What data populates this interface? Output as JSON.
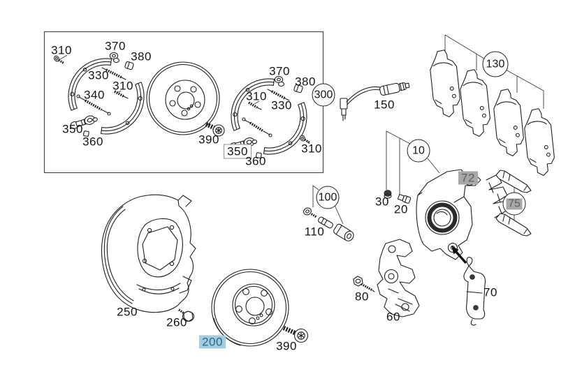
{
  "diagram": {
    "kind": "brake-parts-exploded-diagram",
    "selected_part": "200",
    "highlighted_parts": [
      "72",
      "75"
    ],
    "colors": {
      "background": "#ffffff",
      "line": "#1f1f1f",
      "inset_box_border": "#4a4a4a",
      "selected_highlight_bg": "#a5cbdf",
      "selected_highlight_text": "#1b6e92",
      "gray_highlight_bg": "#a8a8a8",
      "gray_highlight_text": "#5e5e5e"
    },
    "callouts": [
      {
        "id": "310-shoe-kit-left-a",
        "text": "310",
        "style": "plain"
      },
      {
        "id": "370-shoe-kit-left",
        "text": "370",
        "style": "plain"
      },
      {
        "id": "380-shoe-kit-left",
        "text": "380",
        "style": "plain"
      },
      {
        "id": "330-shoe-kit-left",
        "text": "330",
        "style": "plain"
      },
      {
        "id": "310-shoe-kit-left-b",
        "text": "310",
        "style": "plain"
      },
      {
        "id": "340-shoe-kit-left",
        "text": "340",
        "style": "plain"
      },
      {
        "id": "350-shoe-kit-left",
        "text": "350",
        "style": "plain"
      },
      {
        "id": "360-shoe-kit-left",
        "text": "360",
        "style": "plain"
      },
      {
        "id": "390-disc-screw-inset",
        "text": "390",
        "style": "plain"
      },
      {
        "id": "370-shoe-kit-right",
        "text": "370",
        "style": "plain"
      },
      {
        "id": "380-shoe-kit-right",
        "text": "380",
        "style": "plain"
      },
      {
        "id": "310-shoe-kit-right-a",
        "text": "310",
        "style": "plain"
      },
      {
        "id": "330-shoe-kit-right",
        "text": "330",
        "style": "plain"
      },
      {
        "id": "350-shoe-kit-right",
        "text": "350",
        "style": "boxed"
      },
      {
        "id": "360-shoe-kit-right",
        "text": "360",
        "style": "plain"
      },
      {
        "id": "310-shoe-kit-right-b",
        "text": "310",
        "style": "plain"
      },
      {
        "id": "300-shoe-assembly",
        "text": "300",
        "style": "circled"
      },
      {
        "id": "150-wear-sensor",
        "text": "150",
        "style": "plain"
      },
      {
        "id": "130-brake-pads",
        "text": "130",
        "style": "circled"
      },
      {
        "id": "10-caliper",
        "text": "10",
        "style": "circled"
      },
      {
        "id": "30-cap",
        "text": "30",
        "style": "plain"
      },
      {
        "id": "20-bleeder-screw",
        "text": "20",
        "style": "plain"
      },
      {
        "id": "72-retainer-clip",
        "text": "72",
        "style": "gray-highlight"
      },
      {
        "id": "75-guide-pins",
        "text": "75",
        "style": "gray-highlight-circled"
      },
      {
        "id": "100-bolt",
        "text": "100",
        "style": "circled"
      },
      {
        "id": "110-sleeve",
        "text": "110",
        "style": "plain"
      },
      {
        "id": "80-bolt",
        "text": "80",
        "style": "plain"
      },
      {
        "id": "60-carrier",
        "text": "60",
        "style": "plain"
      },
      {
        "id": "70-retaining-spring",
        "text": "70",
        "style": "plain"
      },
      {
        "id": "250-splash-shield",
        "text": "250",
        "style": "plain"
      },
      {
        "id": "260-bolt",
        "text": "260",
        "style": "plain"
      },
      {
        "id": "200-brake-disc",
        "text": "200",
        "style": "blue-highlight"
      },
      {
        "id": "390-disc-screw",
        "text": "390",
        "style": "plain"
      }
    ]
  }
}
